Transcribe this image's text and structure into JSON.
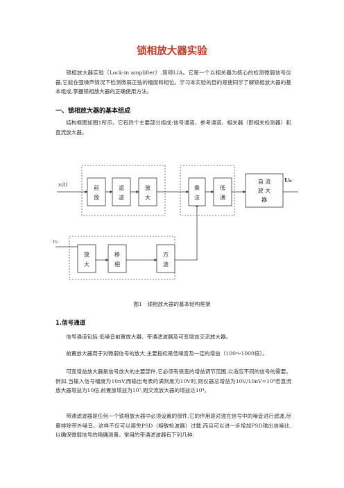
{
  "title": "锁相放大器实验",
  "intro": "锁相放大器实验（Lock-in amplifier）,简称LIA。它是一个以相关器为核心的检测微弱信号仪器,它能在强噪声情况下检测微弱正弦的幅度和相位。学习本实验的目的是使同学了解锁相放大器的基本组成,掌握锁相放大器的正确使用方法。",
  "section1_heading": "一、锁相放大器的基本组成",
  "section1_para": "结构框图如图1所示。它有四个主要部分组成:信号通道、参考通道、相关器（即相关检测器）和直流放大器。",
  "diagram": {
    "input_label": "x(t)",
    "ref_label": "r₀",
    "output_label": "U₀",
    "blocks": {
      "preamp": "前放",
      "filter": "滤波",
      "amp": "放大",
      "multiplier": "乘法",
      "lowpass": "低通",
      "dc_amp": "自流放大器",
      "ref_amp": "放大",
      "phase_shift": "移相",
      "square_wave": "方波"
    }
  },
  "figure_caption": "图1　锁相放大器的基本结构框架",
  "subheading1": "1.信号通道",
  "para2": "信号通道包括:低噪音前置放大器、带通滤波器及可变增益交流放大器。",
  "para3": "前置放大器用于对微弱信号的放大,主要指标是低噪音及一定的增益（100～1000倍）。",
  "para4": "可变增益放大器是信号放大的主要部件,它必须有很宽的增益调节范围,以适应不同的信号的需要。例如,当输入信号幅度为10nV,而输出电表的满刻度为10V时,则仪器总增益为10V/10nV=10⁹若直流放大器增益为10倍,前置放增益为10⁷,则交流放大器的增益达10⁴。",
  "para5": "带通滤波器是任何一个锁相放大器中必须设置的部件,它的作用是对混在信号中的噪音进行滤波,尽量排除带外噪音。这样不仅可以避免PSD（相敏检波器）过载,而且可以进一步增加PSD输出信噪比,以确保微弱信号的精确测量。常用的带通滤波器有下列几种:"
}
